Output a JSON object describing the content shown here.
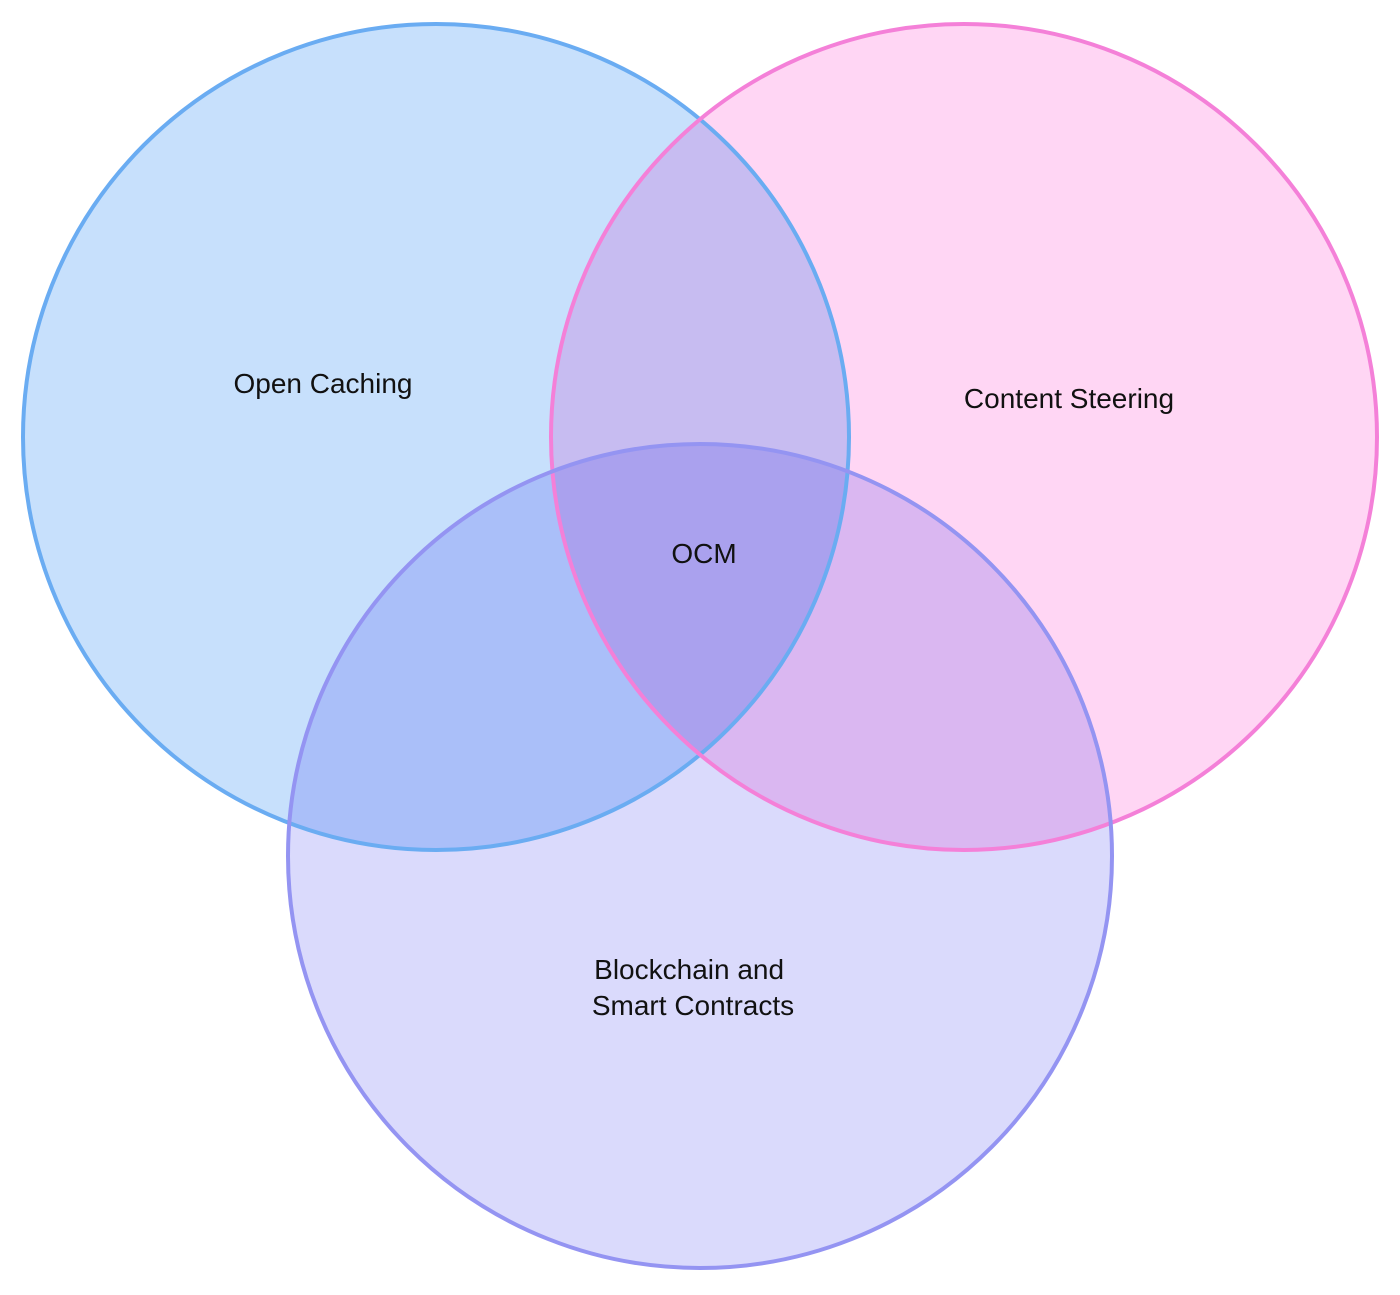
{
  "diagram": {
    "type": "venn",
    "sets": [
      {
        "id": "open-caching",
        "label": "Open Caching",
        "fill": "#c7e0fc",
        "stroke": "#6aacf2"
      },
      {
        "id": "content-steering",
        "label": "Content Steering",
        "fill": "#ffd6f4",
        "stroke": "#f480d8"
      },
      {
        "id": "blockchain",
        "label_lines": [
          "Blockchain and",
          "Smart Contracts"
        ],
        "fill": "#dadafc",
        "stroke": "#9494f2"
      }
    ],
    "intersection": {
      "label": "OCM"
    }
  }
}
